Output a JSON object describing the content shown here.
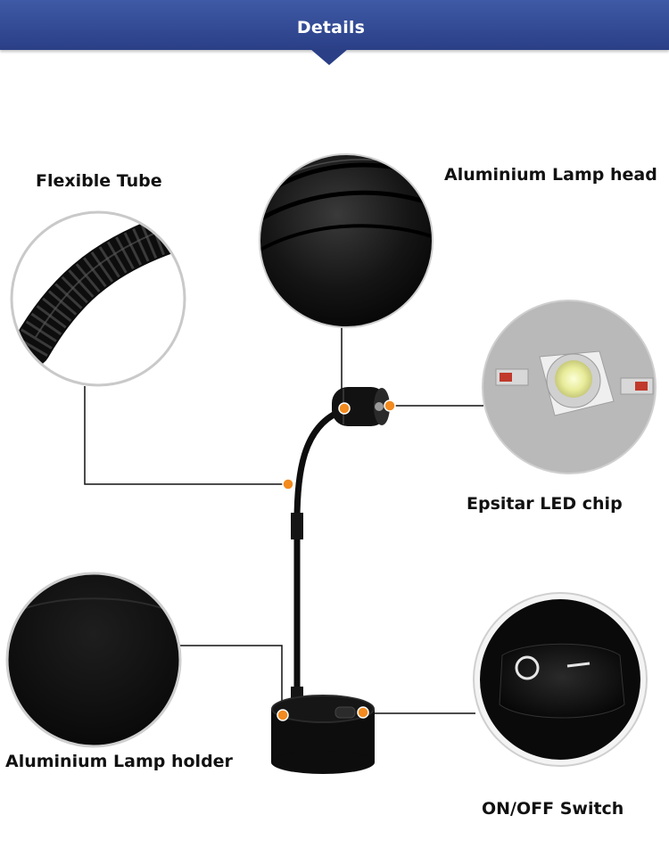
{
  "banner": {
    "title": "Details"
  },
  "labels": {
    "flexible_tube": "Flexible Tube",
    "lamp_head": "Aluminium Lamp head",
    "led_chip": "Epsitar LED chip",
    "lamp_holder": "Aluminium Lamp holder",
    "switch": "ON/OFF Switch"
  },
  "colors": {
    "banner": "#2f4690",
    "marker": "#f28a1e",
    "product": "#111111"
  }
}
